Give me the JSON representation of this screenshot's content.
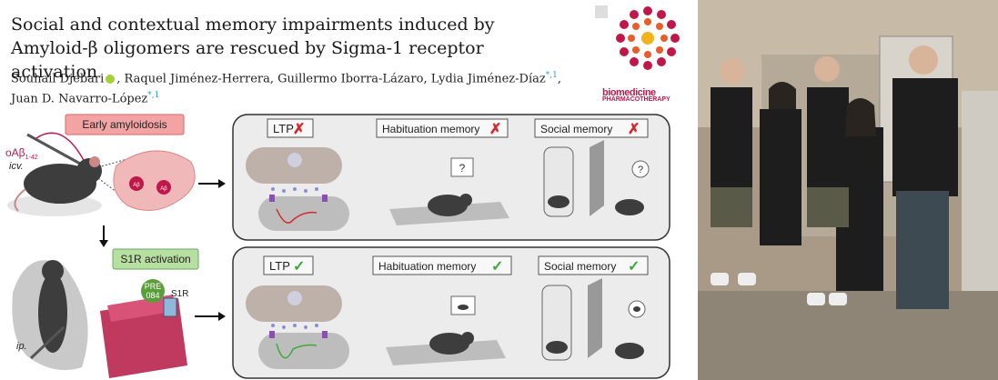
{
  "paper": {
    "title": "Social and contextual memory impairments induced by Amyloid-β oligomers are rescued by Sigma-1 receptor activation",
    "authors": [
      {
        "name": "Souhail Djebari",
        "sup": ""
      },
      {
        "name": "Raquel Jiménez-Herrera",
        "sup": ""
      },
      {
        "name": "Guillermo Iborra-Lázaro",
        "sup": ""
      },
      {
        "name": "Lydia Jiménez-Díaz",
        "sup": "*,1"
      },
      {
        "name": "Juan D. Navarro-López",
        "sup": "*,1"
      }
    ]
  },
  "journal": {
    "name_line1": "biomedicine",
    "name_line2": "PHARMACOTHERAPY",
    "accent_color": "#c0174a"
  },
  "graphic": {
    "top_left_label": "Early amyloidosis",
    "drug_label": "oAβ1-42",
    "drug_label_main": "oAβ",
    "drug_label_sub": "1-42",
    "route_icv": "icv.",
    "plaque_label": "Aβ",
    "bottom_left_label": "S1R activation",
    "pre_label_1": "PRE",
    "pre_label_2": "084",
    "receptor_label": "S1R",
    "route_ip": "ip.",
    "panel_top": {
      "items": [
        {
          "label": "LTP",
          "status": "✗"
        },
        {
          "label": "Habituation memory",
          "status": "✗"
        },
        {
          "label": "Social memory",
          "status": "✗"
        }
      ]
    },
    "panel_bottom": {
      "items": [
        {
          "label": "LTP",
          "status": "✓"
        },
        {
          "label": "Habituation memory",
          "status": "✓"
        },
        {
          "label": "Social memory",
          "status": "✓"
        }
      ]
    },
    "question_mark": "?",
    "colors": {
      "bad": "#d9262b",
      "good": "#3ea83c",
      "s1r_box": "#b7dfa0",
      "amyloid_box": "#f2a3a3"
    }
  }
}
